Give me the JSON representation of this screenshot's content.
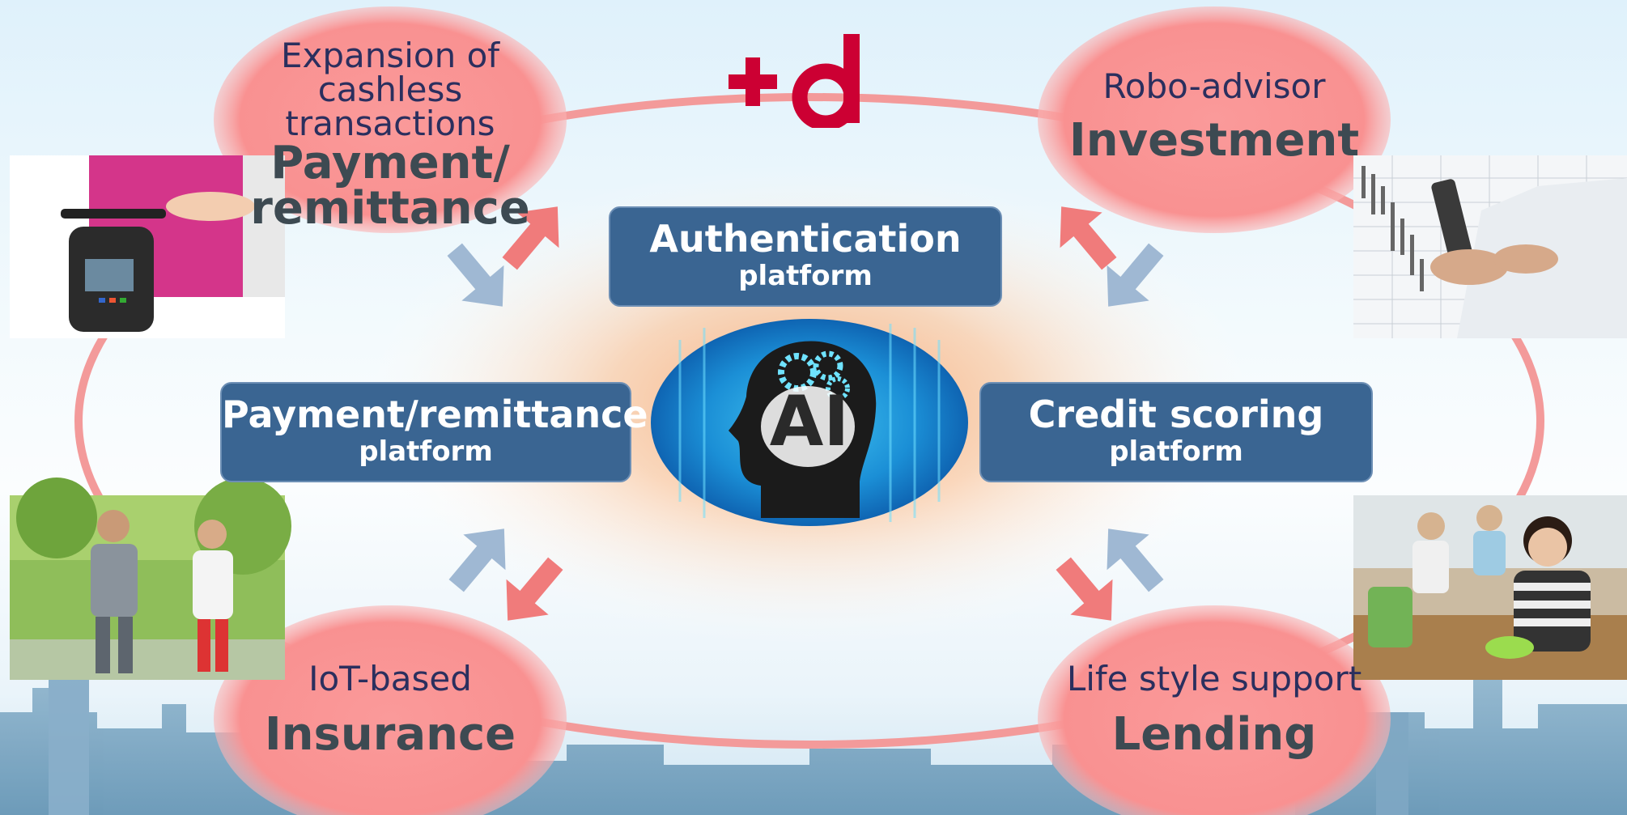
{
  "brand": {
    "logo_text": "+d",
    "color": "#cc0033"
  },
  "center": {
    "label": "AI"
  },
  "platforms": {
    "authentication": {
      "title": "Authentication",
      "subtitle": "platform"
    },
    "payment": {
      "title": "Payment/remittance",
      "subtitle": "platform"
    },
    "credit": {
      "title": "Credit scoring",
      "subtitle": "platform"
    }
  },
  "services": {
    "payment": {
      "sub1": "Expansion of",
      "sub2": "cashless transactions",
      "main1": "Payment/",
      "main2": "remittance"
    },
    "investment": {
      "sub1": "Robo-advisor",
      "main1": "Investment"
    },
    "insurance": {
      "sub1": "IoT-based",
      "main1": "Insurance"
    },
    "lending": {
      "sub1": "Life style support",
      "main1": "Lending"
    }
  },
  "photos": [
    {
      "name": "mobile-payment-photo"
    },
    {
      "name": "stock-trading-photo"
    },
    {
      "name": "jogging-couple-photo"
    },
    {
      "name": "classroom-student-photo"
    }
  ],
  "colors": {
    "platform_box": "#3a6592",
    "bubble": "#f99494",
    "ring": "#f39a9a",
    "arrow_red": "#f07b7b",
    "arrow_blue": "#9fb8d3"
  }
}
